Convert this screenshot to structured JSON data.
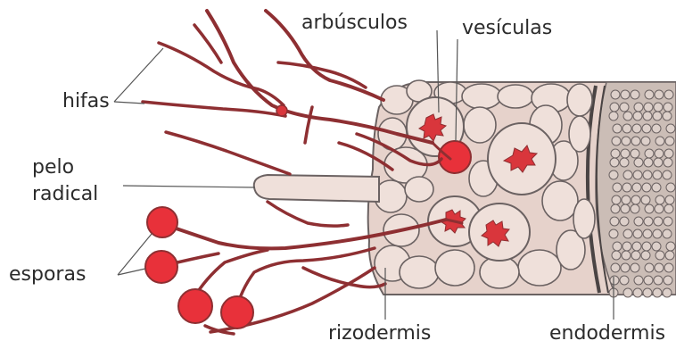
{
  "labels": {
    "hifas": "hifas",
    "pelo": "pelo",
    "radical": "radical",
    "esporas": "esporas",
    "arbusculos": "arbúsculos",
    "vesiculas": "vesículas",
    "rizodermis": "rizodermis",
    "endodermis": "endodermis"
  },
  "colors": {
    "hypha": "#8e2f32",
    "spore": "#e8313a",
    "cell_fill": "#efe0da",
    "cell_stroke": "#6b6262",
    "arbuscule": "#d9363c",
    "stele": "#cbbdb6",
    "endodermis_line": "#4a4444",
    "text": "#2b2b2b"
  }
}
